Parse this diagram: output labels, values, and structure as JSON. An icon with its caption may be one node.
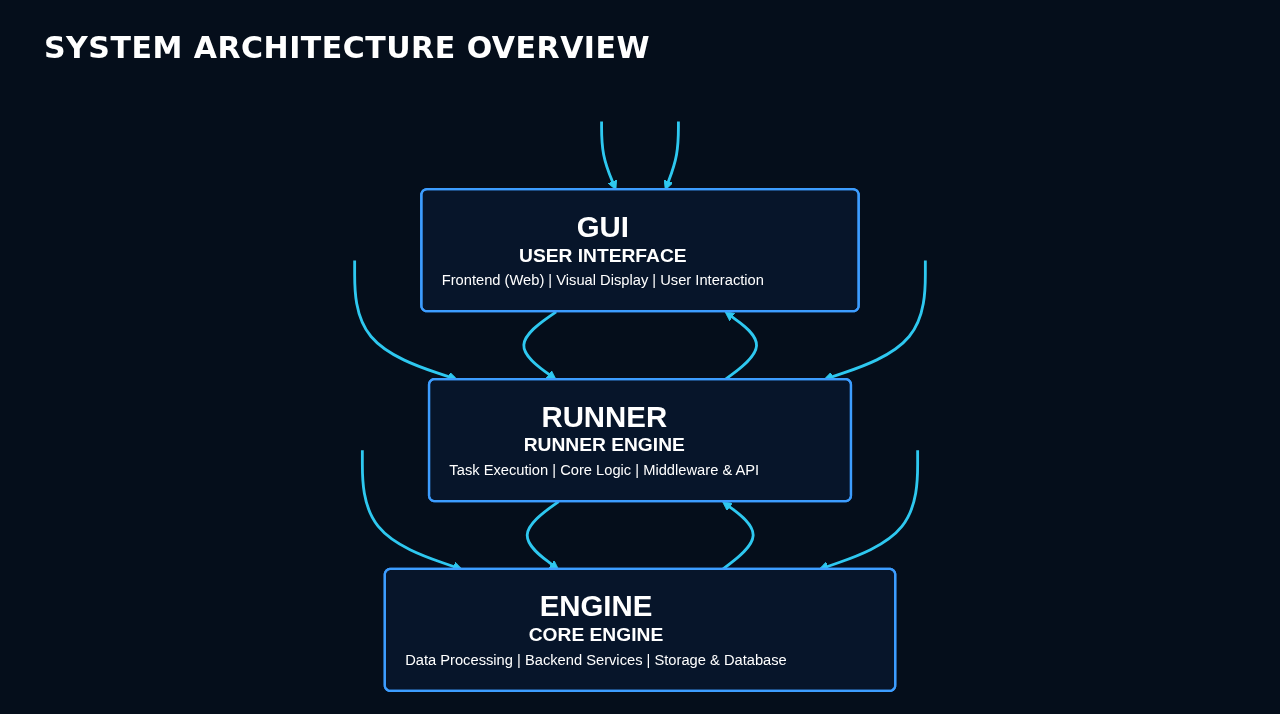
{
  "diagram": {
    "title": "SYSTEM ARCHITECTURE OVERVIEW",
    "nodes": [
      {
        "text": [
          "GUI",
          "USER INTERFACE",
          "Frontend (Web) | Visual Display | User Interaction"
        ]
      },
      {
        "text": [
          "RUNNER",
          "RUNNER ENGINE",
          "Task Execution | Core Logic | Middleware & API"
        ]
      },
      {
        "text": [
          "ENGINE",
          "CORE ENGINE",
          "Data Processing | Backend Services | Storage & Database"
        ]
      }
    ],
    "edges": [
      {
        "from": 0,
        "to": 1,
        "arrow": "to"
      },
      {
        "from": 1,
        "to": 0,
        "arrow": "to"
      },
      {
        "from": 1,
        "to": 2,
        "arrow": "to"
      },
      {
        "from": 2,
        "to": 1,
        "arrow": "to"
      },
      {
        "from": null,
        "to": 0,
        "arrow": "to"
      },
      {
        "from": null,
        "to": 1,
        "arrow": "to"
      },
      {
        "from": null,
        "to": 2,
        "arrow": "to"
      },
      {
        "from": null,
        "to": 0,
        "arrow": "to"
      },
      {
        "from": null,
        "to": 1,
        "arrow": "to"
      },
      {
        "from": null,
        "to": 2,
        "arrow": "to"
      }
    ]
  }
}
